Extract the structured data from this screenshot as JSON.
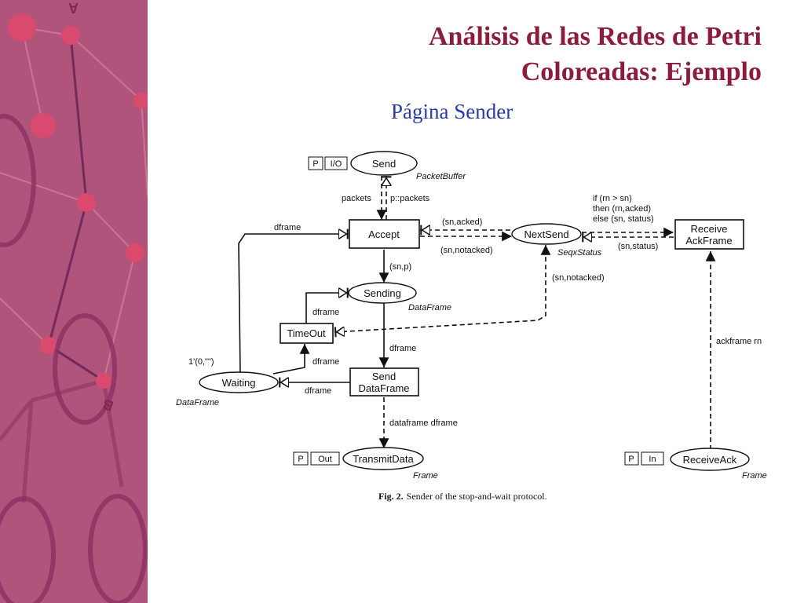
{
  "colors": {
    "sidebar_bg": "#b0547b",
    "title": "#8b1d3b",
    "subtitle": "#2a3aa8"
  },
  "slide": {
    "title_line1": "Análisis de las Redes de Petri",
    "title_line2": "Coloreadas: Ejemplo",
    "subtitle": "Página Sender"
  },
  "sidebar": {
    "letter_a": "A",
    "letter_b": "B"
  },
  "diagram": {
    "places": {
      "send": "Send",
      "nextsend": "NextSend",
      "sending": "Sending",
      "waiting": "Waiting",
      "transmitdata": "TransmitData",
      "receiveack": "ReceiveAck"
    },
    "transitions": {
      "accept": "Accept",
      "timeout": "TimeOut",
      "send_dataframe_l1": "Send",
      "send_dataframe_l2": "DataFrame",
      "receive_ackframe_l1": "Receive",
      "receive_ackframe_l2": "AckFrame"
    },
    "port_tags": {
      "send_p": "P",
      "send_io": "I/O",
      "transmit_p": "P",
      "transmit_out": "Out",
      "receive_p": "P",
      "receive_in": "In"
    },
    "color_sets": {
      "send": "PacketBuffer",
      "nextsend": "SeqxStatus",
      "sending": "DataFrame",
      "waiting": "DataFrame",
      "transmitdata": "Frame",
      "receiveack": "Frame"
    },
    "arc_labels": {
      "packets": "packets",
      "p_packets": "p::packets",
      "dframe_top": "dframe",
      "sn_acked": "(sn,acked)",
      "sn_notacked_1": "(sn,notacked)",
      "sn_p": "(sn,p)",
      "sn_notacked_2": "(sn,notacked)",
      "guard_1": "if (rn > sn)",
      "guard_2": "then (rn,acked)",
      "guard_3": "else (sn, status)",
      "sn_status": "(sn,status)",
      "dframe_timeout_in": "dframe",
      "dframe_timeout_out": "dframe",
      "dframe_sending_out": "dframe",
      "dframe_waiting_in": "dframe",
      "initial_marking": "1'(0,\"\")",
      "dataframe_dframe": "dataframe dframe",
      "ackframe_rn": "ackframe rn"
    },
    "caption_bold": "Fig. 2.",
    "caption_text": "Sender of the stop-and-wait protocol."
  }
}
